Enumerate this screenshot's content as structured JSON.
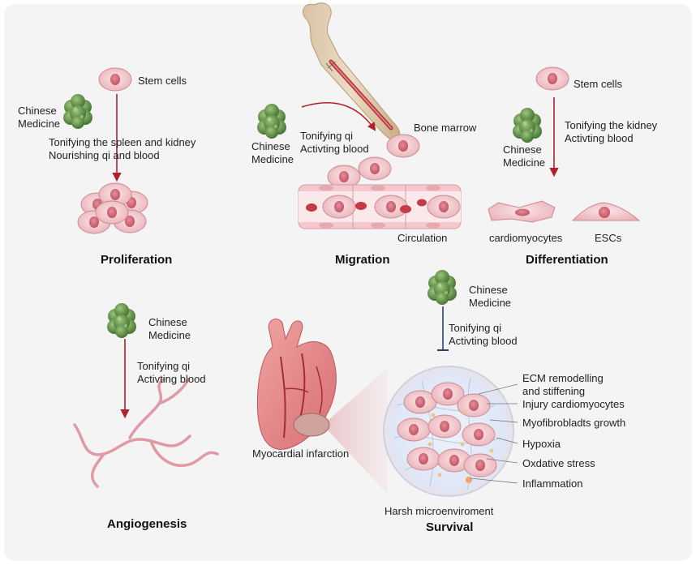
{
  "proliferation": {
    "stem_label": "Stem cells",
    "medicine_line1": "Chinese",
    "medicine_line2": "Medicine",
    "action_line1": "Tonifying the spleen and kidney",
    "action_line2": "Nourishing qi and blood",
    "title": "Proliferation"
  },
  "migration": {
    "medicine_line1": "Chinese",
    "medicine_line2": "Medicine",
    "action_line1": "Tonifying qi",
    "action_line2": "Activting blood",
    "bone_label": "Bone marrow",
    "vessel_label": "Circulation",
    "title": "Migration"
  },
  "differentiation": {
    "stem_label": "Stem cells",
    "medicine_line1": "Chinese",
    "medicine_line2": "Medicine",
    "action_line1": "Tonifying the kidney",
    "action_line2": "Activting blood",
    "cell_a_label": "cardiomyocytes",
    "cell_b_label": "ESCs",
    "title": "Differentiation"
  },
  "angiogenesis": {
    "medicine_line1": "Chinese",
    "medicine_line2": "Medicine",
    "action_line1": "Tonifying qi",
    "action_line2": "Activting blood",
    "title": "Angiogenesis"
  },
  "survival": {
    "medicine_line1": "Chinese",
    "medicine_line2": "Medicine",
    "action_line1": "Tonifying qi",
    "action_line2": "Activting blood",
    "heart_label": "Myocardial infarction",
    "zoom_label": "Harsh microenviroment",
    "title": "Survival",
    "factors": [
      "ECM remodelling",
      "and stiffening",
      "Injury cardiomyocytes",
      "Myofibrobladts growth",
      "Hypoxia",
      "Oxdative stress",
      "Inflammation"
    ]
  },
  "colors": {
    "panel": "#f4f4f4",
    "arrow_red": "#b3202c",
    "inhibit_blue": "#2c3e7a",
    "cell_fill": "#f1c9ce",
    "nucleus": "#d46f7d",
    "herb": "#5f8f45",
    "vessel": "#e09aa5"
  }
}
